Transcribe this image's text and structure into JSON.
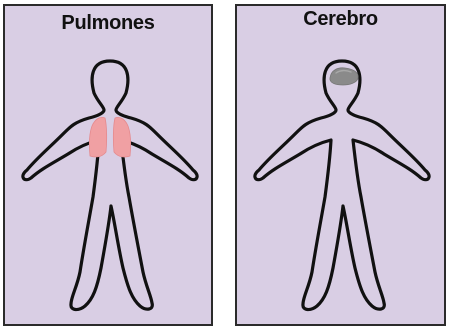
{
  "colors": {
    "panel_bg": "#d9cee4",
    "outline": "#111111",
    "lungs": "#f0a0a3",
    "brain": "#8a8a8a",
    "brain_highlight": "#a8a8a8"
  },
  "panels": [
    {
      "title": "Pulmones",
      "organ": "lungs"
    },
    {
      "title": "Cerebro",
      "organ": "brain"
    }
  ]
}
